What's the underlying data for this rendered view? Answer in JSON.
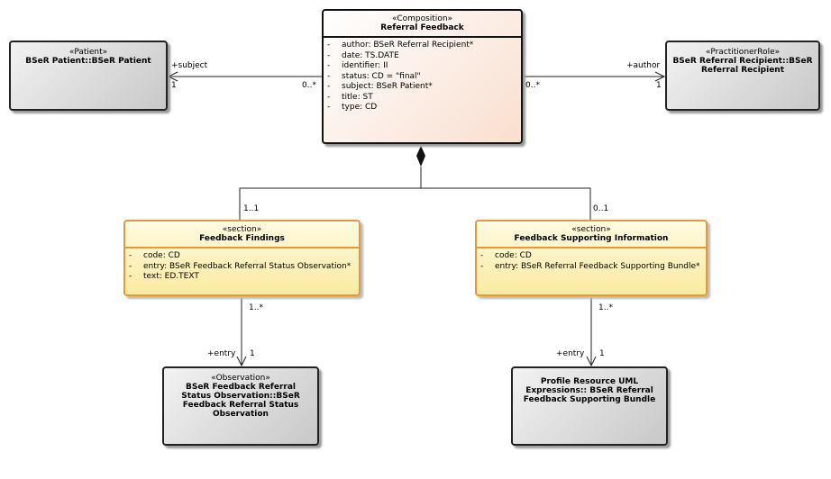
{
  "patient": {
    "stereotype": "«Patient»",
    "name": "BSeR Patient::BSeR Patient"
  },
  "composition": {
    "stereotype": "«Composition»",
    "name": "Referral Feedback",
    "attributes": [
      "author: BSeR Referral Recipient*",
      "date: TS.DATE",
      "identifier: II",
      "status: CD = \"final\"",
      "subject: BSeR Patient*",
      "title: ST",
      "type: CD"
    ]
  },
  "practitioner": {
    "stereotype": "«PractitionerRole»",
    "name": "BSeR Referral Recipient::BSeR Referral Recipient"
  },
  "findings": {
    "stereotype": "«section»",
    "name": "Feedback Findings",
    "attributes": [
      "code: CD",
      "entry: BSeR Feedback Referral Status Observation*",
      "text: ED.TEXT"
    ]
  },
  "supporting": {
    "stereotype": "«section»",
    "name": "Feedback Supporting Information",
    "attributes": [
      "code: CD",
      "entry: BSeR Referral Feedback Supporting Bundle*"
    ]
  },
  "observation": {
    "stereotype": "«Observation»",
    "name": "BSeR Feedback Referral Status Observation::BSeR Feedback Referral Status Observation"
  },
  "bundle": {
    "name": "Profile Resource UML Expressions:: BSeR Referral Feedback Supporting Bundle"
  },
  "labels": {
    "subject_role": "+subject",
    "subject_mult": "1",
    "subject_src": "0..*",
    "author_src": "0..*",
    "author_role": "+author",
    "author_mult": "1",
    "findings_mult": "1..1",
    "supporting_mult": "0..1",
    "obs_src": "1..*",
    "obs_role": "+entry",
    "obs_mult": "1",
    "bundle_src": "1..*",
    "bundle_role": "+entry",
    "bundle_mult": "1"
  },
  "attr_prefix": "-"
}
